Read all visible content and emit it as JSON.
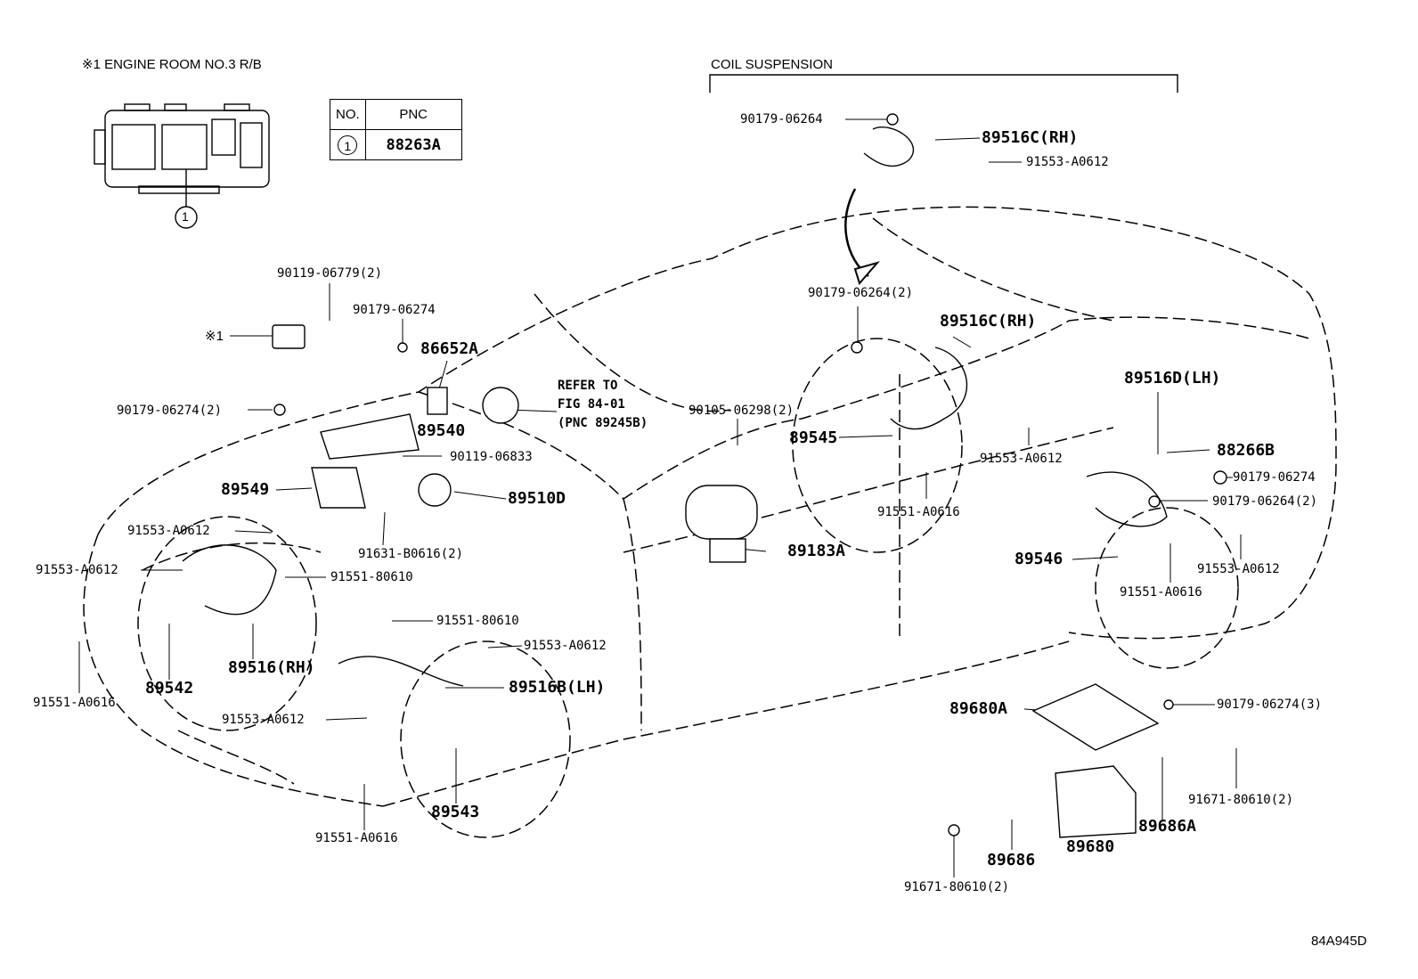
{
  "header": {
    "room_note": "※1 ENGINE ROOM NO.3 R/B",
    "coil_suspension": "COIL SUSPENSION",
    "star_ref": "※1",
    "figure_code": "84A945D"
  },
  "pnc_table": {
    "col_no": "NO.",
    "col_pnc": "PNC",
    "row_no": "1",
    "row_pnc": "88263A"
  },
  "callout_1": "1",
  "refer": {
    "line1": "REFER TO",
    "line2": "FIG 84-01",
    "line3": "(PNC 89245B)"
  },
  "parts": {
    "p90119_06779_2": "90119-06779(2)",
    "p90179_06274_a": "90179-06274",
    "p86652A": "86652A",
    "p90179_06274_2": "90179-06274(2)",
    "p89540": "89540",
    "p90119_06833": "90119-06833",
    "p89549": "89549",
    "p89510D": "89510D",
    "p91553_A0612_a": "91553-A0612",
    "p91631_B0616_2": "91631-B0616(2)",
    "p91553_A0612_b": "91553-A0612",
    "p91551_80610_a": "91551-80610",
    "p91551_80610_b": "91551-80610",
    "p91553_A0612_c": "91553-A0612",
    "p89516RH": "89516(RH)",
    "p89542": "89542",
    "p91551_A0616_a": "91551-A0616",
    "p89516BLH": "89516B(LH)",
    "p91553_A0612_d": "91553-A0612",
    "p89543": "89543",
    "p91551_A0616_b": "91551-A0616",
    "p90179_06264_top": "90179-06264",
    "p89516CRH_top": "89516C(RH)",
    "p91553_A0612_top": "91553-A0612",
    "p90179_06264_2": "90179-06264(2)",
    "p89516CRH": "89516C(RH)",
    "p90105_06298_2": "90105-06298(2)",
    "p89545": "89545",
    "p91553_A0612_e": "91553-A0612",
    "p91551_A0616_c": "91551-A0616",
    "p89183A": "89183A",
    "p89516DLH": "89516D(LH)",
    "p88266B": "88266B",
    "p90179_06274_b": "90179-06274",
    "p90179_06264_2b": "90179-06264(2)",
    "p89546": "89546",
    "p91553_A0612_f": "91553-A0612",
    "p91551_A0616_d": "91551-A0616",
    "p89680A": "89680A",
    "p90179_06274_3": "90179-06274(3)",
    "p91671_80610_2a": "91671-80610(2)",
    "p89686A": "89686A",
    "p89680": "89680",
    "p89686": "89686",
    "p91671_80610_2b": "91671-80610(2)"
  }
}
